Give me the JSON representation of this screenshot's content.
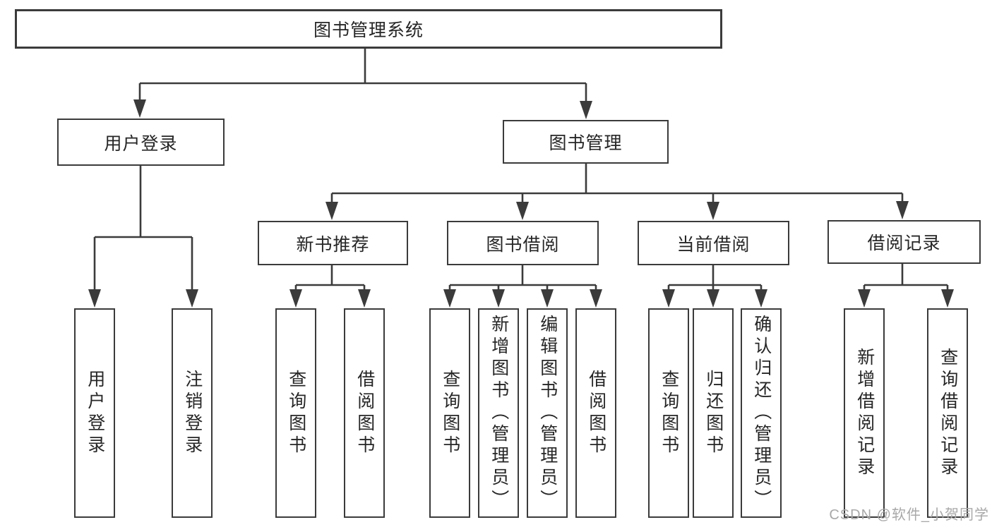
{
  "diagram_title": "图书管理系统",
  "tree": {
    "label": "图书管理系统",
    "children": [
      {
        "label": "用户登录",
        "children": [
          {
            "label": "用户登录"
          },
          {
            "label": "注销登录"
          }
        ]
      },
      {
        "label": "图书管理",
        "children": [
          {
            "label": "新书推荐",
            "children": [
              {
                "label": "查询图书"
              },
              {
                "label": "借阅图书"
              }
            ]
          },
          {
            "label": "图书借阅",
            "children": [
              {
                "label": "查询图书"
              },
              {
                "label": "新增图书（管理员）"
              },
              {
                "label": "编辑图书（管理员）"
              },
              {
                "label": "借阅图书"
              }
            ]
          },
          {
            "label": "当前借阅",
            "children": [
              {
                "label": "查询图书"
              },
              {
                "label": "归还图书"
              },
              {
                "label": "确认归还（管理员）"
              }
            ]
          },
          {
            "label": "借阅记录",
            "children": [
              {
                "label": "新增借阅记录"
              },
              {
                "label": "查询借阅记录"
              }
            ]
          }
        ]
      }
    ]
  },
  "watermark": {
    "text": "CSDN @软件_小贺同学"
  },
  "colors": {
    "line": "#3b3b3b",
    "box_border": "#3b3b3b",
    "text": "#262626",
    "background": "#ffffff",
    "watermark": "#a8a8a8"
  }
}
